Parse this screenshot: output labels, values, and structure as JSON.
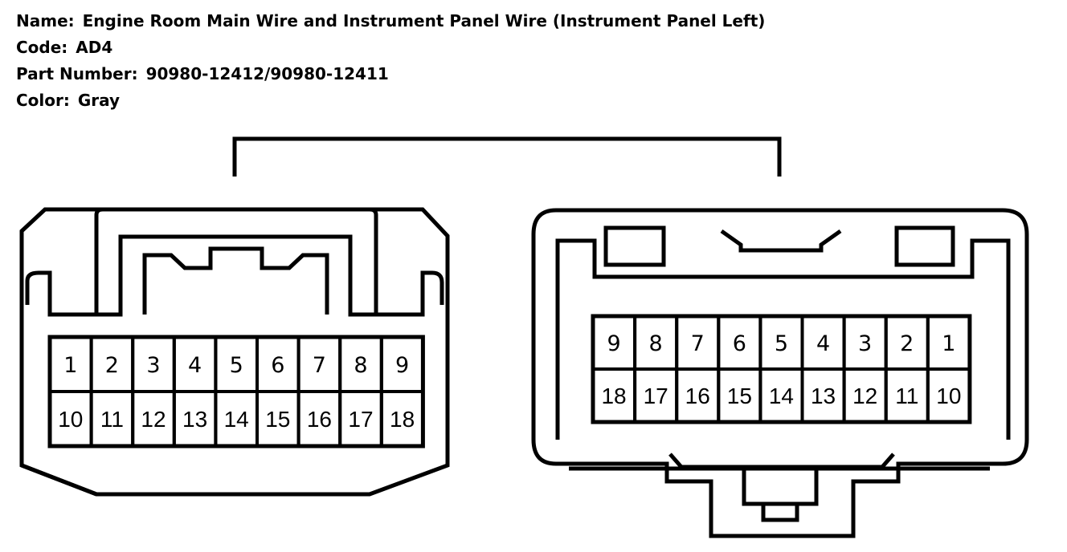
{
  "header": {
    "name_label": "Name:",
    "name_value": "Engine Room Main Wire and Instrument Panel Wire (Instrument Panel Left)",
    "code_label": "Code:",
    "code_value": "AD4",
    "part_label": "Part Number:",
    "part_value": "90980-12412/90980-12411",
    "color_label": "Color:",
    "color_value": "Gray"
  },
  "left_connector": {
    "top_row": [
      "1",
      "2",
      "3",
      "4",
      "5",
      "6",
      "7",
      "8",
      "9"
    ],
    "bottom_row": [
      "10",
      "11",
      "12",
      "13",
      "14",
      "15",
      "16",
      "17",
      "18"
    ]
  },
  "right_connector": {
    "top_row": [
      "9",
      "8",
      "7",
      "6",
      "5",
      "4",
      "3",
      "2",
      "1"
    ],
    "bottom_row": [
      "18",
      "17",
      "16",
      "15",
      "14",
      "13",
      "12",
      "11",
      "10"
    ]
  }
}
